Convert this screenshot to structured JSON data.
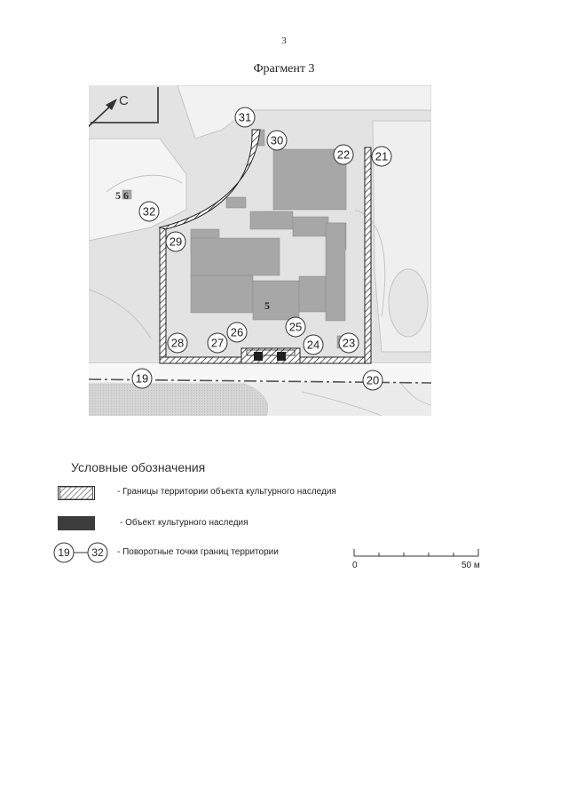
{
  "page": {
    "number": "3",
    "title": "Фрагмент 3"
  },
  "map": {
    "north_label": "С",
    "parcel_labels": {
      "left": "5 6",
      "center": "5"
    },
    "turning_points": [
      {
        "id": "19",
        "label": "19"
      },
      {
        "id": "20",
        "label": "20"
      },
      {
        "id": "21",
        "label": "21"
      },
      {
        "id": "22",
        "label": "22"
      },
      {
        "id": "23",
        "label": "23"
      },
      {
        "id": "24",
        "label": "24"
      },
      {
        "id": "25",
        "label": "25"
      },
      {
        "id": "26",
        "label": "26"
      },
      {
        "id": "27",
        "label": "27"
      },
      {
        "id": "28",
        "label": "28"
      },
      {
        "id": "29",
        "label": "29"
      },
      {
        "id": "30",
        "label": "30"
      },
      {
        "id": "31",
        "label": "31"
      },
      {
        "id": "32",
        "label": "32"
      }
    ]
  },
  "legend": {
    "title": "Условные обозначения",
    "items": {
      "boundary": "- Границы территории объекта культурного наследия",
      "heritage_object": "- Объект культурного наследия",
      "turning_points": "- Поворотные точки границ территории"
    },
    "points_range": {
      "from": "19",
      "to": "32"
    }
  },
  "scale": {
    "start_label": "0",
    "end_label": "50 м"
  }
}
